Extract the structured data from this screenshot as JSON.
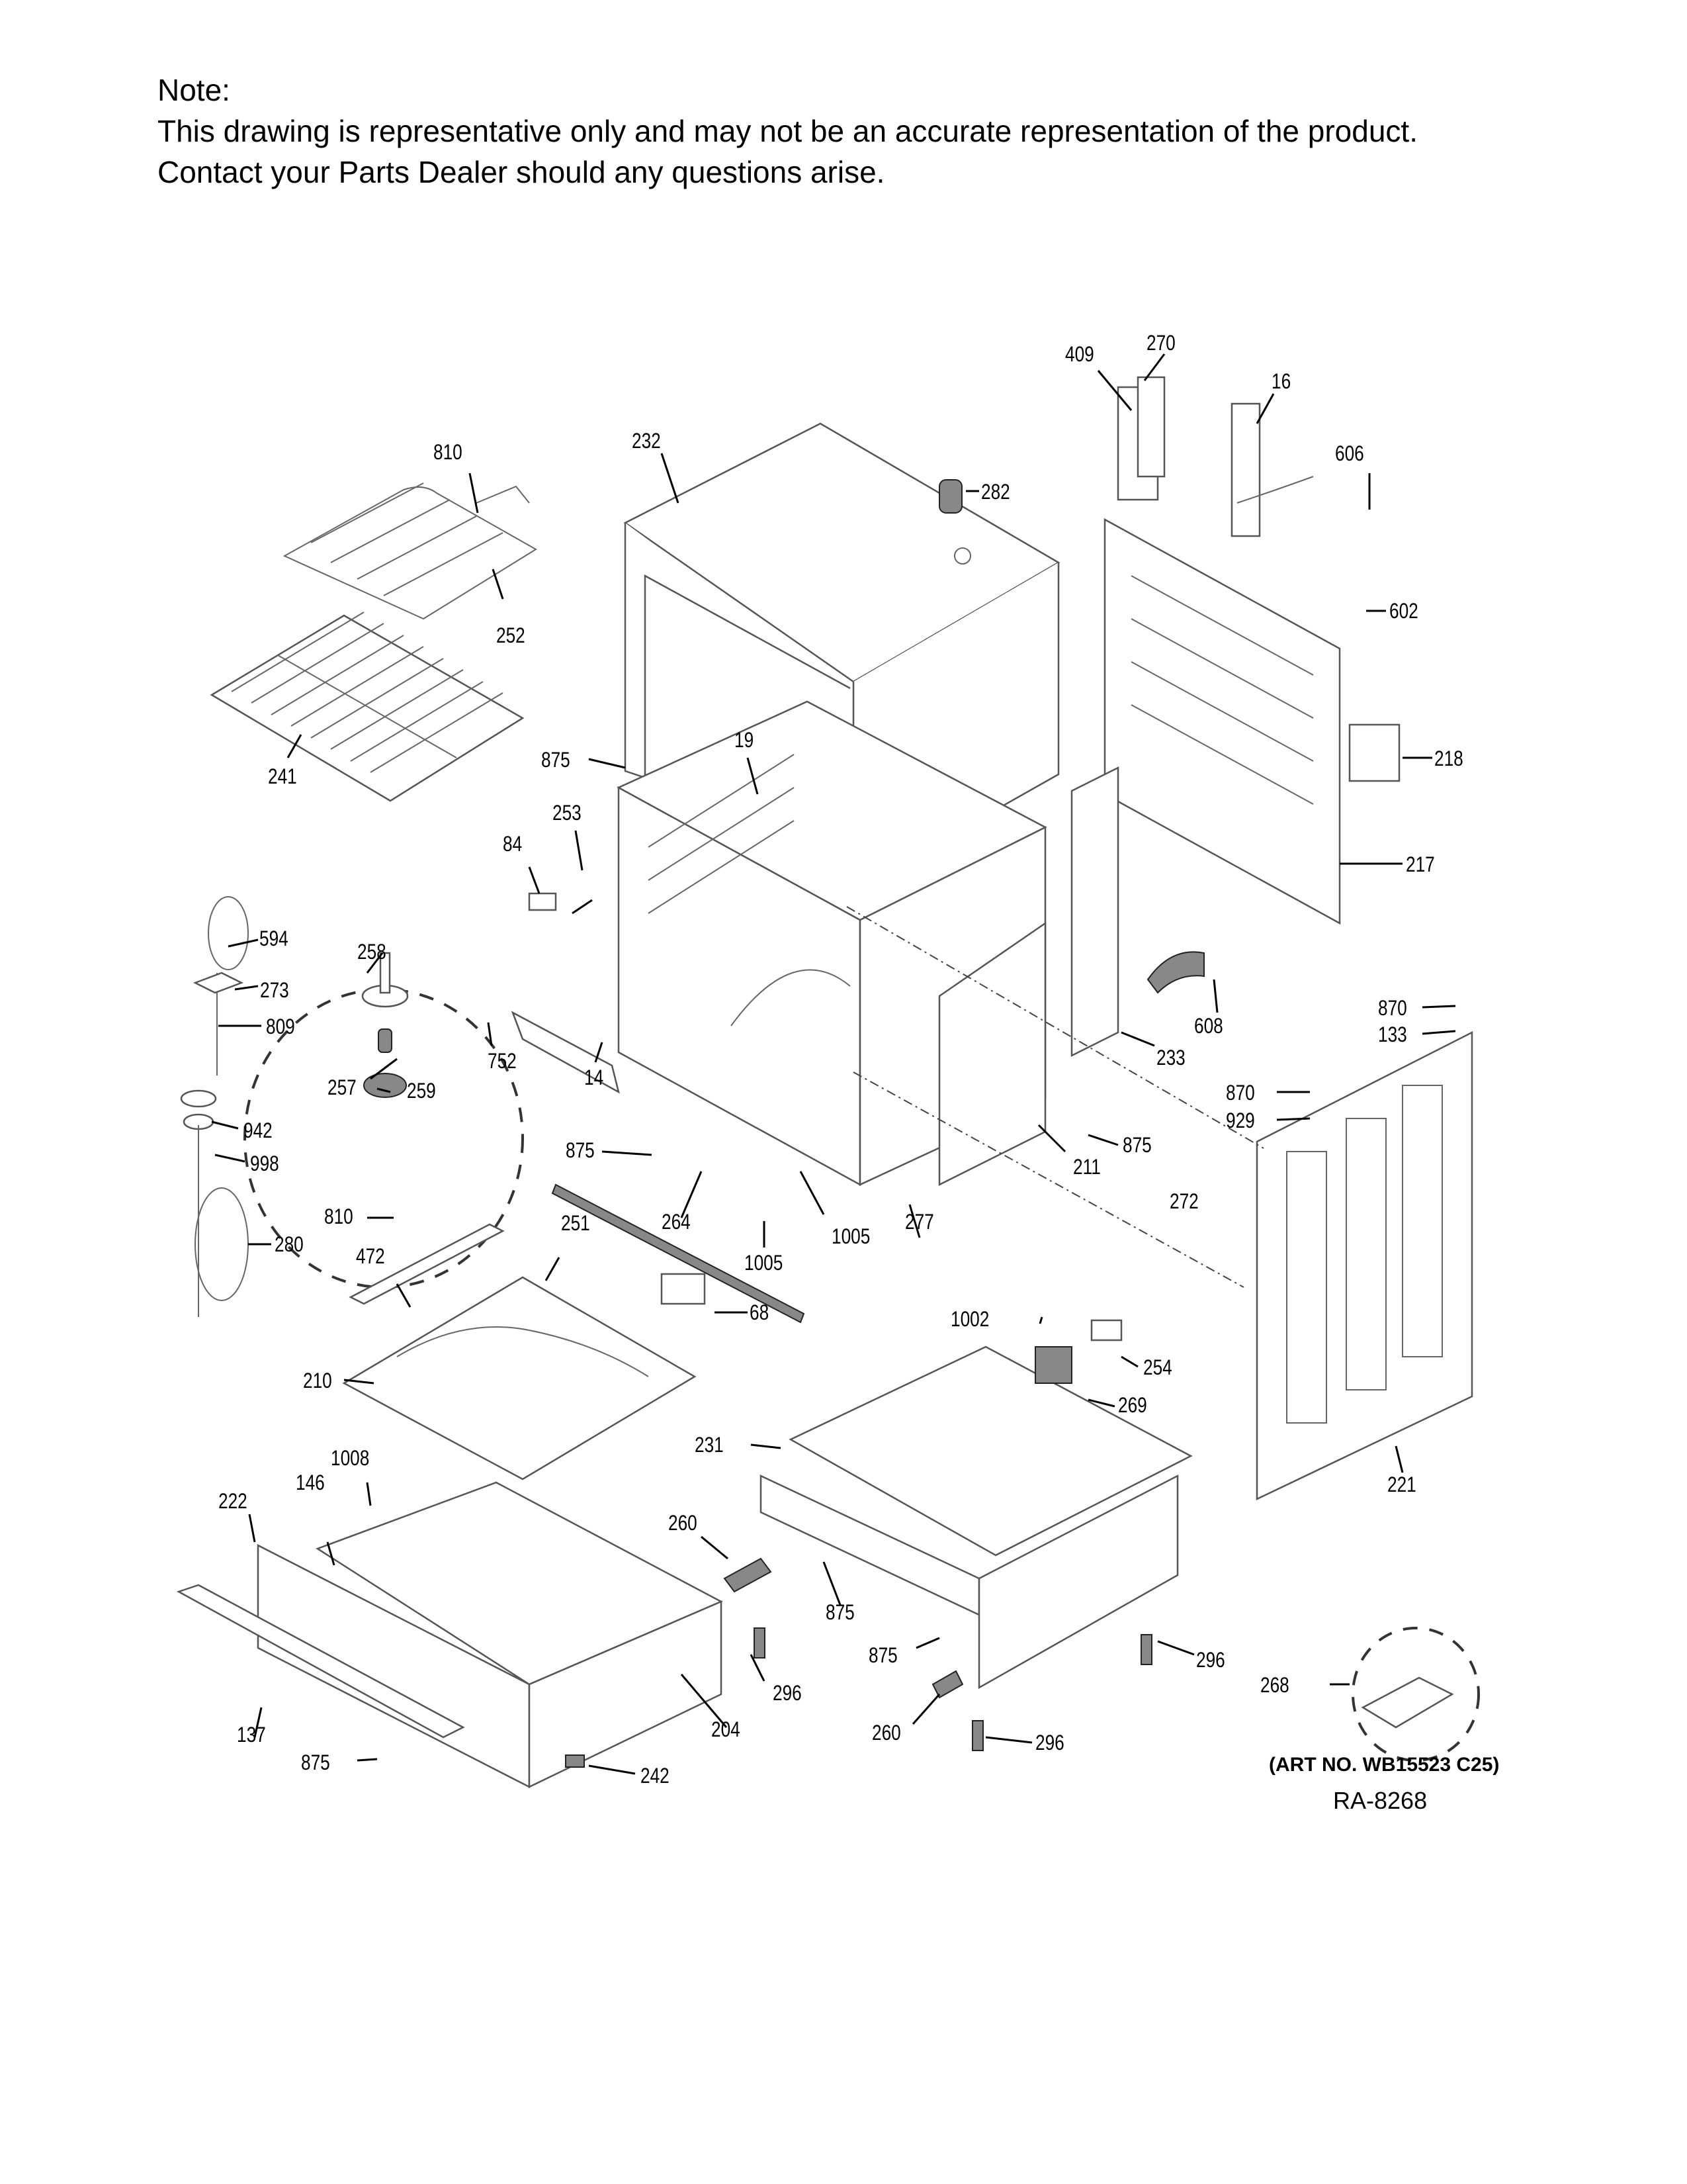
{
  "note": {
    "heading": "Note:",
    "line1": "This drawing is representative only and may not be an accurate representation of the product.",
    "line2": "Contact your Parts Dealer should any questions arise."
  },
  "diagram": {
    "art_number": "(ART NO. WB15523 C25)",
    "reference": "RA-8268",
    "callouts": [
      {
        "id": "c409",
        "label": "409"
      },
      {
        "id": "c270",
        "label": "270"
      },
      {
        "id": "c16",
        "label": "16"
      },
      {
        "id": "c606",
        "label": "606"
      },
      {
        "id": "c602",
        "label": "602"
      },
      {
        "id": "c218",
        "label": "218"
      },
      {
        "id": "c217",
        "label": "217"
      },
      {
        "id": "c608",
        "label": "608"
      },
      {
        "id": "c233",
        "label": "233"
      },
      {
        "id": "c870a",
        "label": "870"
      },
      {
        "id": "c133",
        "label": "133"
      },
      {
        "id": "c870b",
        "label": "870"
      },
      {
        "id": "c929",
        "label": "929"
      },
      {
        "id": "c272",
        "label": "272"
      },
      {
        "id": "c221",
        "label": "221"
      },
      {
        "id": "c810a",
        "label": "810"
      },
      {
        "id": "c252",
        "label": "252"
      },
      {
        "id": "c241",
        "label": "241"
      },
      {
        "id": "c232",
        "label": "232"
      },
      {
        "id": "c282",
        "label": "282"
      },
      {
        "id": "c875a",
        "label": "875"
      },
      {
        "id": "c19",
        "label": "19"
      },
      {
        "id": "c253",
        "label": "253"
      },
      {
        "id": "c84",
        "label": "84"
      },
      {
        "id": "c14",
        "label": "14"
      },
      {
        "id": "c752",
        "label": "752"
      },
      {
        "id": "c594",
        "label": "594"
      },
      {
        "id": "c273",
        "label": "273"
      },
      {
        "id": "c809",
        "label": "809"
      },
      {
        "id": "c942",
        "label": "942"
      },
      {
        "id": "c998",
        "label": "998"
      },
      {
        "id": "c280",
        "label": "280"
      },
      {
        "id": "c258",
        "label": "258"
      },
      {
        "id": "c257",
        "label": "257"
      },
      {
        "id": "c259",
        "label": "259"
      },
      {
        "id": "c810b",
        "label": "810"
      },
      {
        "id": "c875b",
        "label": "875"
      },
      {
        "id": "c264",
        "label": "264"
      },
      {
        "id": "c1005a",
        "label": "1005"
      },
      {
        "id": "c1005b",
        "label": "1005"
      },
      {
        "id": "c277",
        "label": "277"
      },
      {
        "id": "c211",
        "label": "211"
      },
      {
        "id": "c875c",
        "label": "875"
      },
      {
        "id": "c472",
        "label": "472"
      },
      {
        "id": "c251",
        "label": "251"
      },
      {
        "id": "c68",
        "label": "68"
      },
      {
        "id": "c210",
        "label": "210"
      },
      {
        "id": "c1002",
        "label": "1002"
      },
      {
        "id": "c254",
        "label": "254"
      },
      {
        "id": "c269",
        "label": "269"
      },
      {
        "id": "c231",
        "label": "231"
      },
      {
        "id": "c1008",
        "label": "1008"
      },
      {
        "id": "c146",
        "label": "146"
      },
      {
        "id": "c222",
        "label": "222"
      },
      {
        "id": "c260a",
        "label": "260"
      },
      {
        "id": "c875d",
        "label": "875"
      },
      {
        "id": "c296a",
        "label": "296"
      },
      {
        "id": "c875e",
        "label": "875"
      },
      {
        "id": "c296b",
        "label": "296"
      },
      {
        "id": "c268",
        "label": "268"
      },
      {
        "id": "c204",
        "label": "204"
      },
      {
        "id": "c137",
        "label": "137"
      },
      {
        "id": "c875f",
        "label": "875"
      },
      {
        "id": "c242",
        "label": "242"
      },
      {
        "id": "c260b",
        "label": "260"
      },
      {
        "id": "c296c",
        "label": "296"
      }
    ]
  }
}
